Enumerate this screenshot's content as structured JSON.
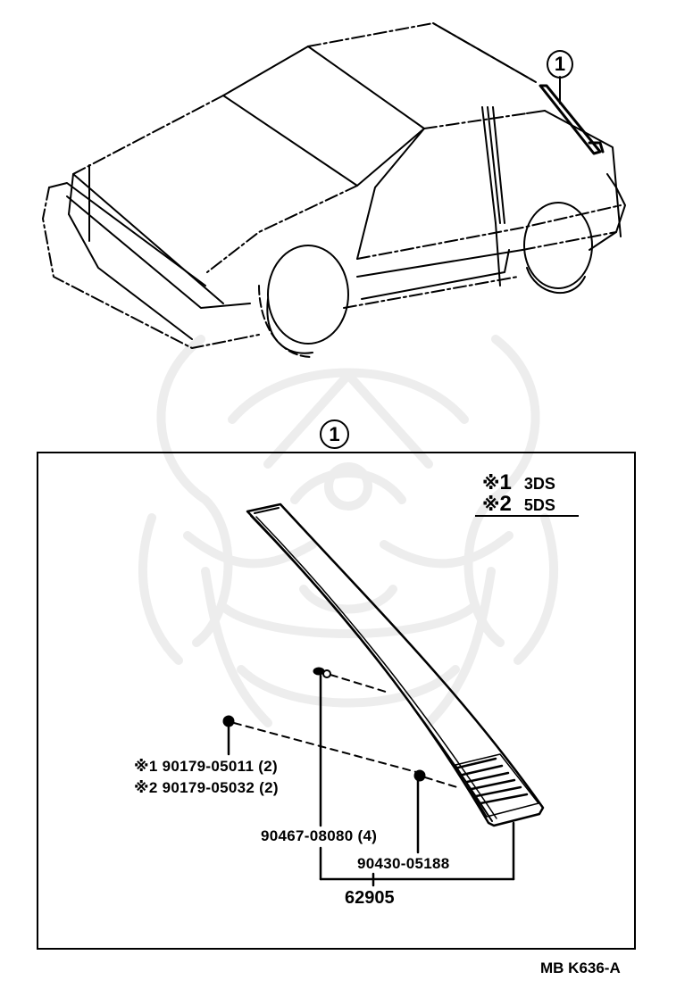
{
  "diagram": {
    "type": "parts-exploded-view",
    "reference_code": "MB K636-A",
    "overview": {
      "subject": "3-door hatchback vehicle outline",
      "callout": "1"
    },
    "detail_view": {
      "callout": "1",
      "main_part": {
        "description": "rear pillar garnish / quarter molding with louvered end",
        "part_number": "62905"
      },
      "legend": [
        {
          "mark": "※",
          "num": "1",
          "text": "3DS"
        },
        {
          "mark": "※",
          "num": "2",
          "text": "5DS"
        }
      ],
      "parts": [
        {
          "mark": "※1",
          "part_number": "90179-05011",
          "qty": "(2)"
        },
        {
          "mark": "※2",
          "part_number": "90179-05032",
          "qty": "(2)"
        },
        {
          "mark": "",
          "part_number": "90467-08080",
          "qty": "(4)"
        },
        {
          "mark": "",
          "part_number": "90430-05188",
          "qty": ""
        }
      ]
    },
    "watermark": "faint decorative helmet emblem (grey)",
    "colors": {
      "line": "#000000",
      "background": "#ffffff",
      "watermark": "#ececec"
    }
  }
}
